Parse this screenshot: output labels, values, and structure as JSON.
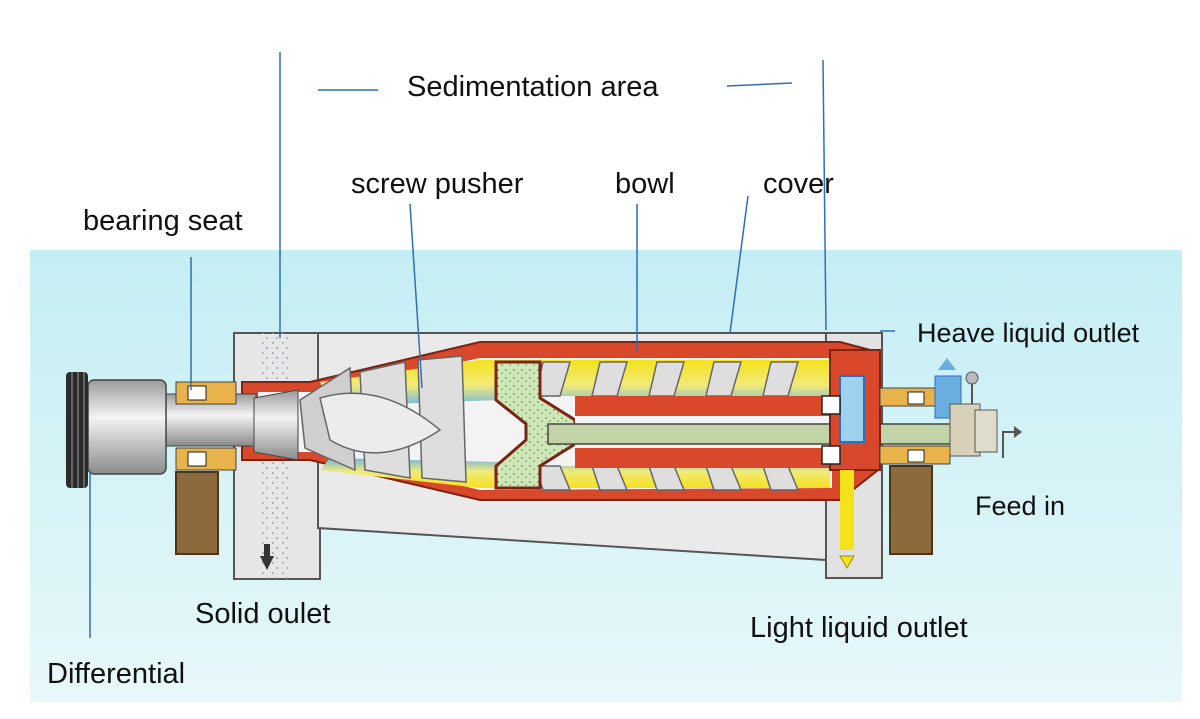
{
  "labels": {
    "sedimentation_area": "Sedimentation area",
    "screw_pusher": "screw pusher",
    "bowl": "bowl",
    "cover": "cover",
    "bearing_seat": "bearing seat",
    "heave_liquid_outlet": "Heave liquid outlet",
    "feed_in": "Feed in",
    "solid_outlet": "Solid oulet",
    "light_liquid_outlet": "Light liquid outlet",
    "differential": "Differential"
  },
  "colors": {
    "background_panel": "#cdeff5",
    "leader_line": "#2f6fb8",
    "bowl_wall": "#d9482b",
    "liquid_yellow": "#f4e21c",
    "liquid_blue": "#6fb7e0",
    "casing": "#dcdcdc",
    "support_block": "#8c6a3d",
    "bearing": "#e8b34a",
    "feed_pipe": "#b9c9a0"
  }
}
